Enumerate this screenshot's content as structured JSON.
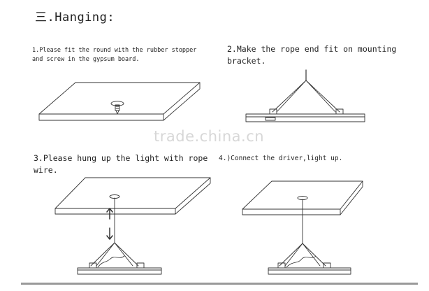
{
  "header": {
    "title": "三.Hanging:"
  },
  "steps": [
    {
      "text": "1.Please fit the round with the rubber stopper\n  and screw in the gypsum board."
    },
    {
      "text": "2.Make the rope end fit on mounting\n  bracket."
    },
    {
      "text": "3.Please hung up the light with rope\n   wire."
    },
    {
      "text": "4.)Connect the driver,light up."
    }
  ],
  "watermark": "trade.china.cn"
}
